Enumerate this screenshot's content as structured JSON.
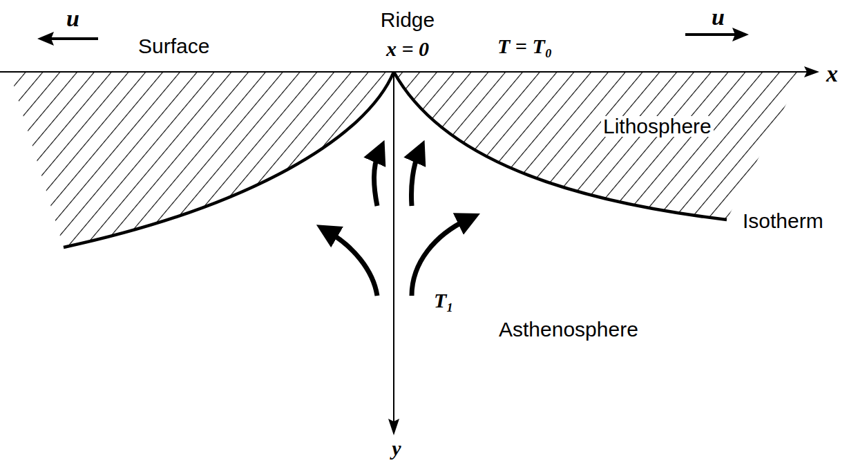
{
  "diagram": {
    "labels": [
      "u",
      "Ridge",
      "u",
      "Surface",
      "x = 0",
      "T = T₀",
      "x",
      "Lithosphere",
      "Isotherm",
      "T₁",
      "Asthenosphere",
      "y"
    ]
  }
}
